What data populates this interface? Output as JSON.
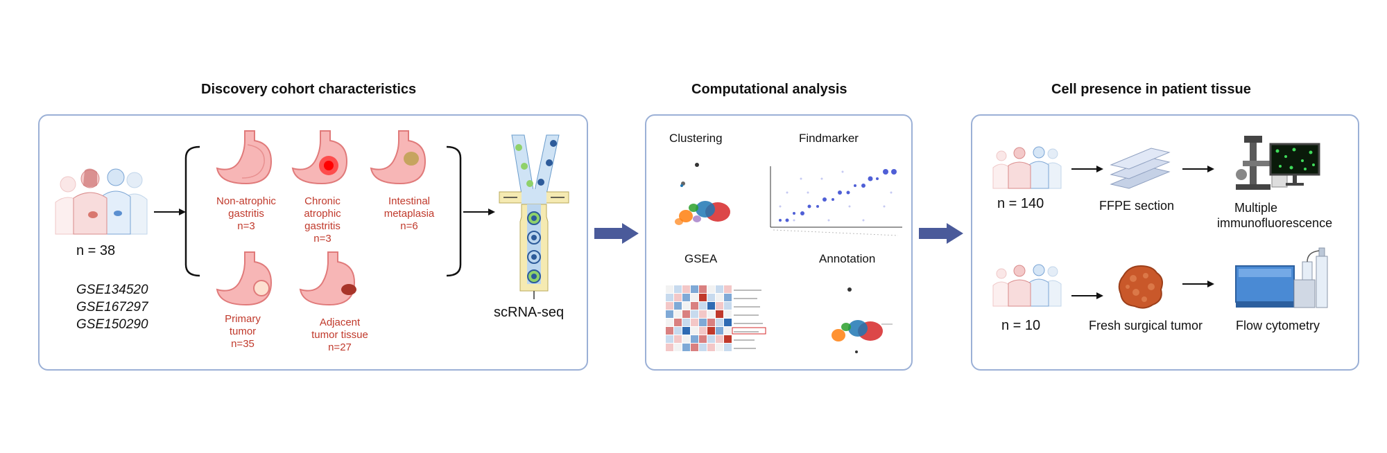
{
  "titles": {
    "discovery": "Discovery cohort characteristics",
    "computational": "Computational analysis",
    "tissue": "Cell presence in patient tissue"
  },
  "discovery": {
    "n": "n = 38",
    "datasets": [
      "GSE134520",
      "GSE167297",
      "GSE150290"
    ],
    "groups": [
      {
        "name": "Non-atrophic gastritis",
        "l1": "Non-atrophic",
        "l2": "gastritis",
        "l3": "n=3"
      },
      {
        "name": "Chronic atrophic gastritis",
        "l1": "Chronic",
        "l2": "atrophic",
        "l3": "gastritis",
        "l4": "n=3"
      },
      {
        "name": "Intestinal metaplasia",
        "l1": "Intestinal",
        "l2": "metaplasia",
        "l3": "n=6"
      },
      {
        "name": "Primary tumor",
        "l1": "Primary",
        "l2": "tumor",
        "l3": "n=35"
      },
      {
        "name": "Adjacent tumor tissue",
        "l1": "Adjacent",
        "l2": "tumor tissue",
        "l3": "n=27"
      }
    ],
    "method": "scRNA-seq"
  },
  "computational": {
    "clustering": "Clustering",
    "findmarker": "Findmarker",
    "gsea": "GSEA",
    "annotation": "Annotation"
  },
  "tissue": {
    "row1": {
      "n": "n = 140",
      "step": "FFPE section",
      "result_l1": "Multiple",
      "result_l2": "immunofluorescence"
    },
    "row2": {
      "n": "n = 10",
      "step": "Fresh surgical tumor",
      "result": "Flow cytometry"
    }
  },
  "colors": {
    "panel_border": "#9bb0d6",
    "arrow": "#4a5a9a",
    "label_red": "#c0392b"
  }
}
